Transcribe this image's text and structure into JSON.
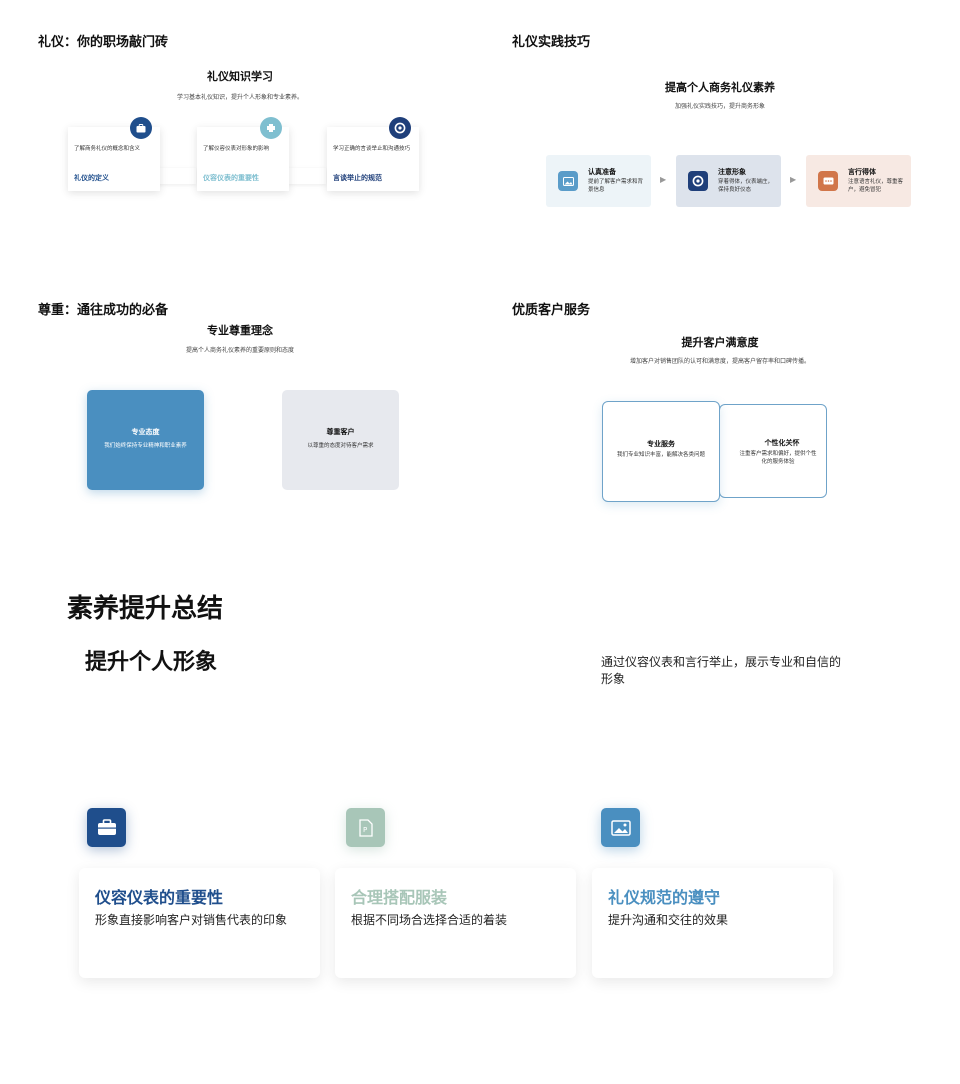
{
  "slide1": {
    "section_title": "礼仪：你的职场敲门砖",
    "title": "礼仪知识学习",
    "subtitle": "学习基本礼仪知识，提升个人形象和专业素养。",
    "cards": [
      {
        "desc": "了解商务礼仪的概念和含义",
        "label": "礼仪的定义",
        "icon": "briefcase-icon",
        "color": "#1f4e8c"
      },
      {
        "desc": "了解仪容仪表对形象的影响",
        "label": "仪容仪表的重要性",
        "icon": "puzzle-icon",
        "color": "#7fbfd0"
      },
      {
        "desc": "学习正确的言谈举止和沟通技巧",
        "label": "言谈举止的规范",
        "icon": "target-icon",
        "color": "#1f3f7a"
      }
    ]
  },
  "slide2": {
    "section_title": "礼仪实践技巧",
    "title": "提高个人商务礼仪素养",
    "subtitle": "加强礼仪实践技巧，提升商务形象",
    "steps": [
      {
        "title": "认真准备",
        "desc": "提前了解客户需求和背景信息",
        "icon": "image-icon",
        "bg": "#edf4f8",
        "icon_color": "#5a9cc9"
      },
      {
        "title": "注意形象",
        "desc": "穿着得体，仪表端庄，保持良好仪态",
        "icon": "target-icon",
        "bg": "#dde3ec",
        "icon_color": "#1f3f7a"
      },
      {
        "title": "言行得体",
        "desc": "注意语言礼仪，尊重客户，避免冒犯",
        "icon": "chat-icon",
        "bg": "#f7e9e3",
        "icon_color": "#d1764a"
      }
    ]
  },
  "slide3": {
    "section_title": "尊重：通往成功的必备",
    "title": "专业尊重理念",
    "subtitle": "提高个人商务礼仪素养的重要原则和态度",
    "boxes": [
      {
        "title": "专业态度",
        "desc": "我们始终保持专业精神和职业素养"
      },
      {
        "title": "尊重客户",
        "desc": "以尊重的态度对待客户需求"
      }
    ]
  },
  "slide4": {
    "section_title": "优质客户服务",
    "title": "提升客户满意度",
    "subtitle": "增加客户对销售团队的认可和满意度，提高客户留存率和口碑传播。",
    "boxes": [
      {
        "title": "专业服务",
        "desc": "我们专业知识丰富，能解决各类问题"
      },
      {
        "title": "个性化关怀",
        "desc": "注重客户需求和偏好，提供个性化的服务体验"
      }
    ]
  },
  "slide5": {
    "title": "素养提升总结",
    "subtitle": "提升个人形象",
    "desc": "通过仪容仪表和言行举止，展示专业和自信的形象",
    "cards": [
      {
        "title": "仪容仪表的重要性",
        "desc": "形象直接影响客户对销售代表的印象",
        "icon": "briefcase-icon",
        "color": "#1f4e8c"
      },
      {
        "title": "合理搭配服装",
        "desc": "根据不同场合选择合适的着装",
        "icon": "document-icon",
        "color": "#a8c6b8"
      },
      {
        "title": "礼仪规范的遵守",
        "desc": "提升沟通和交往的效果",
        "icon": "image-icon",
        "color": "#4a8fc0"
      }
    ]
  }
}
